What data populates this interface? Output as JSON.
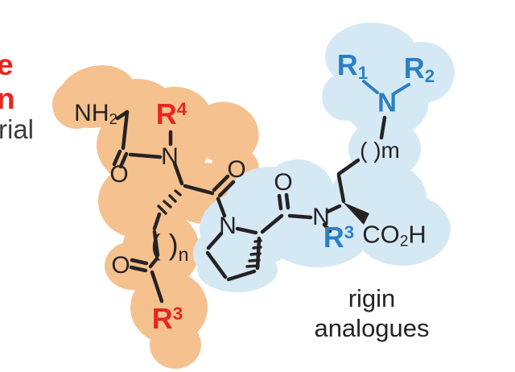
{
  "colors": {
    "ink": "#262223",
    "red": "#E8251E",
    "blue": "#2B80C4",
    "gray": "#3E3B3C",
    "orange_blob": "#F5C18F",
    "blue_blob": "#D5E9F5"
  },
  "left_margin_text": {
    "fragment_1": "e",
    "fragment_2": "n",
    "fragment_3": "rial"
  },
  "molecule": {
    "amine_terminal": {
      "main": "NH",
      "sub": "2"
    },
    "r4": {
      "main": "R",
      "sup": "4"
    },
    "amide1_o": "O",
    "amide1_n": "N",
    "amide2_o": "O",
    "proline_n": "N",
    "chain_n": {
      "parens": "( )",
      "sub": "n"
    },
    "ketone_o": "O",
    "r3_red": {
      "main": "R",
      "sup": "3"
    },
    "amide3_o": "O",
    "amide3_n": "N",
    "r3_blue": {
      "main": "R",
      "sup": "3"
    },
    "acid": {
      "main": "CO",
      "sub": "2",
      "tail": "H"
    },
    "chain_m": {
      "parens": "( )",
      "tail": "m"
    },
    "r1": {
      "main": "R",
      "sub": "1"
    },
    "r2": {
      "main": "R",
      "sub": "2"
    },
    "amine_n": "N"
  },
  "caption": {
    "line1": "rigin",
    "line2": "analogues"
  }
}
